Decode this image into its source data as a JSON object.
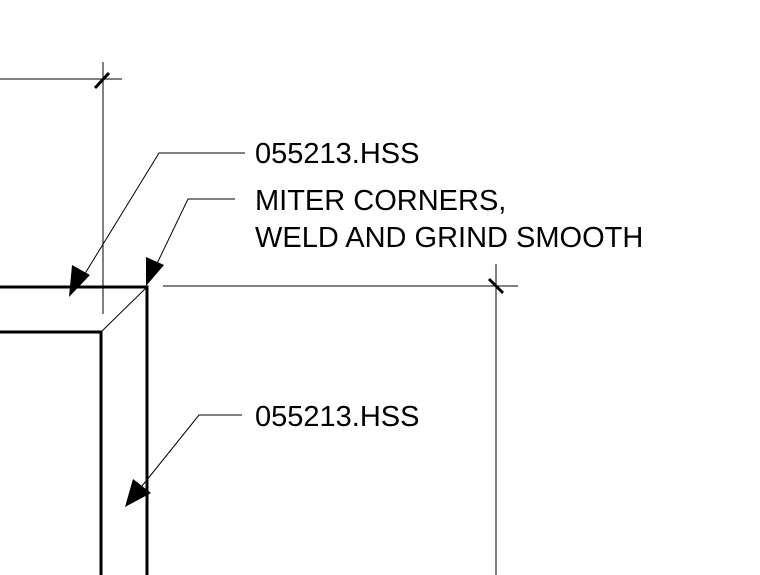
{
  "notes": {
    "top_callout": "055213.HSS",
    "corner_callout_line1": "MITER CORNERS,",
    "corner_callout_line2": "WELD AND GRIND SMOOTH",
    "side_callout": "055213.HSS"
  },
  "colors": {
    "background": "#ffffff",
    "linework": "#000000"
  }
}
